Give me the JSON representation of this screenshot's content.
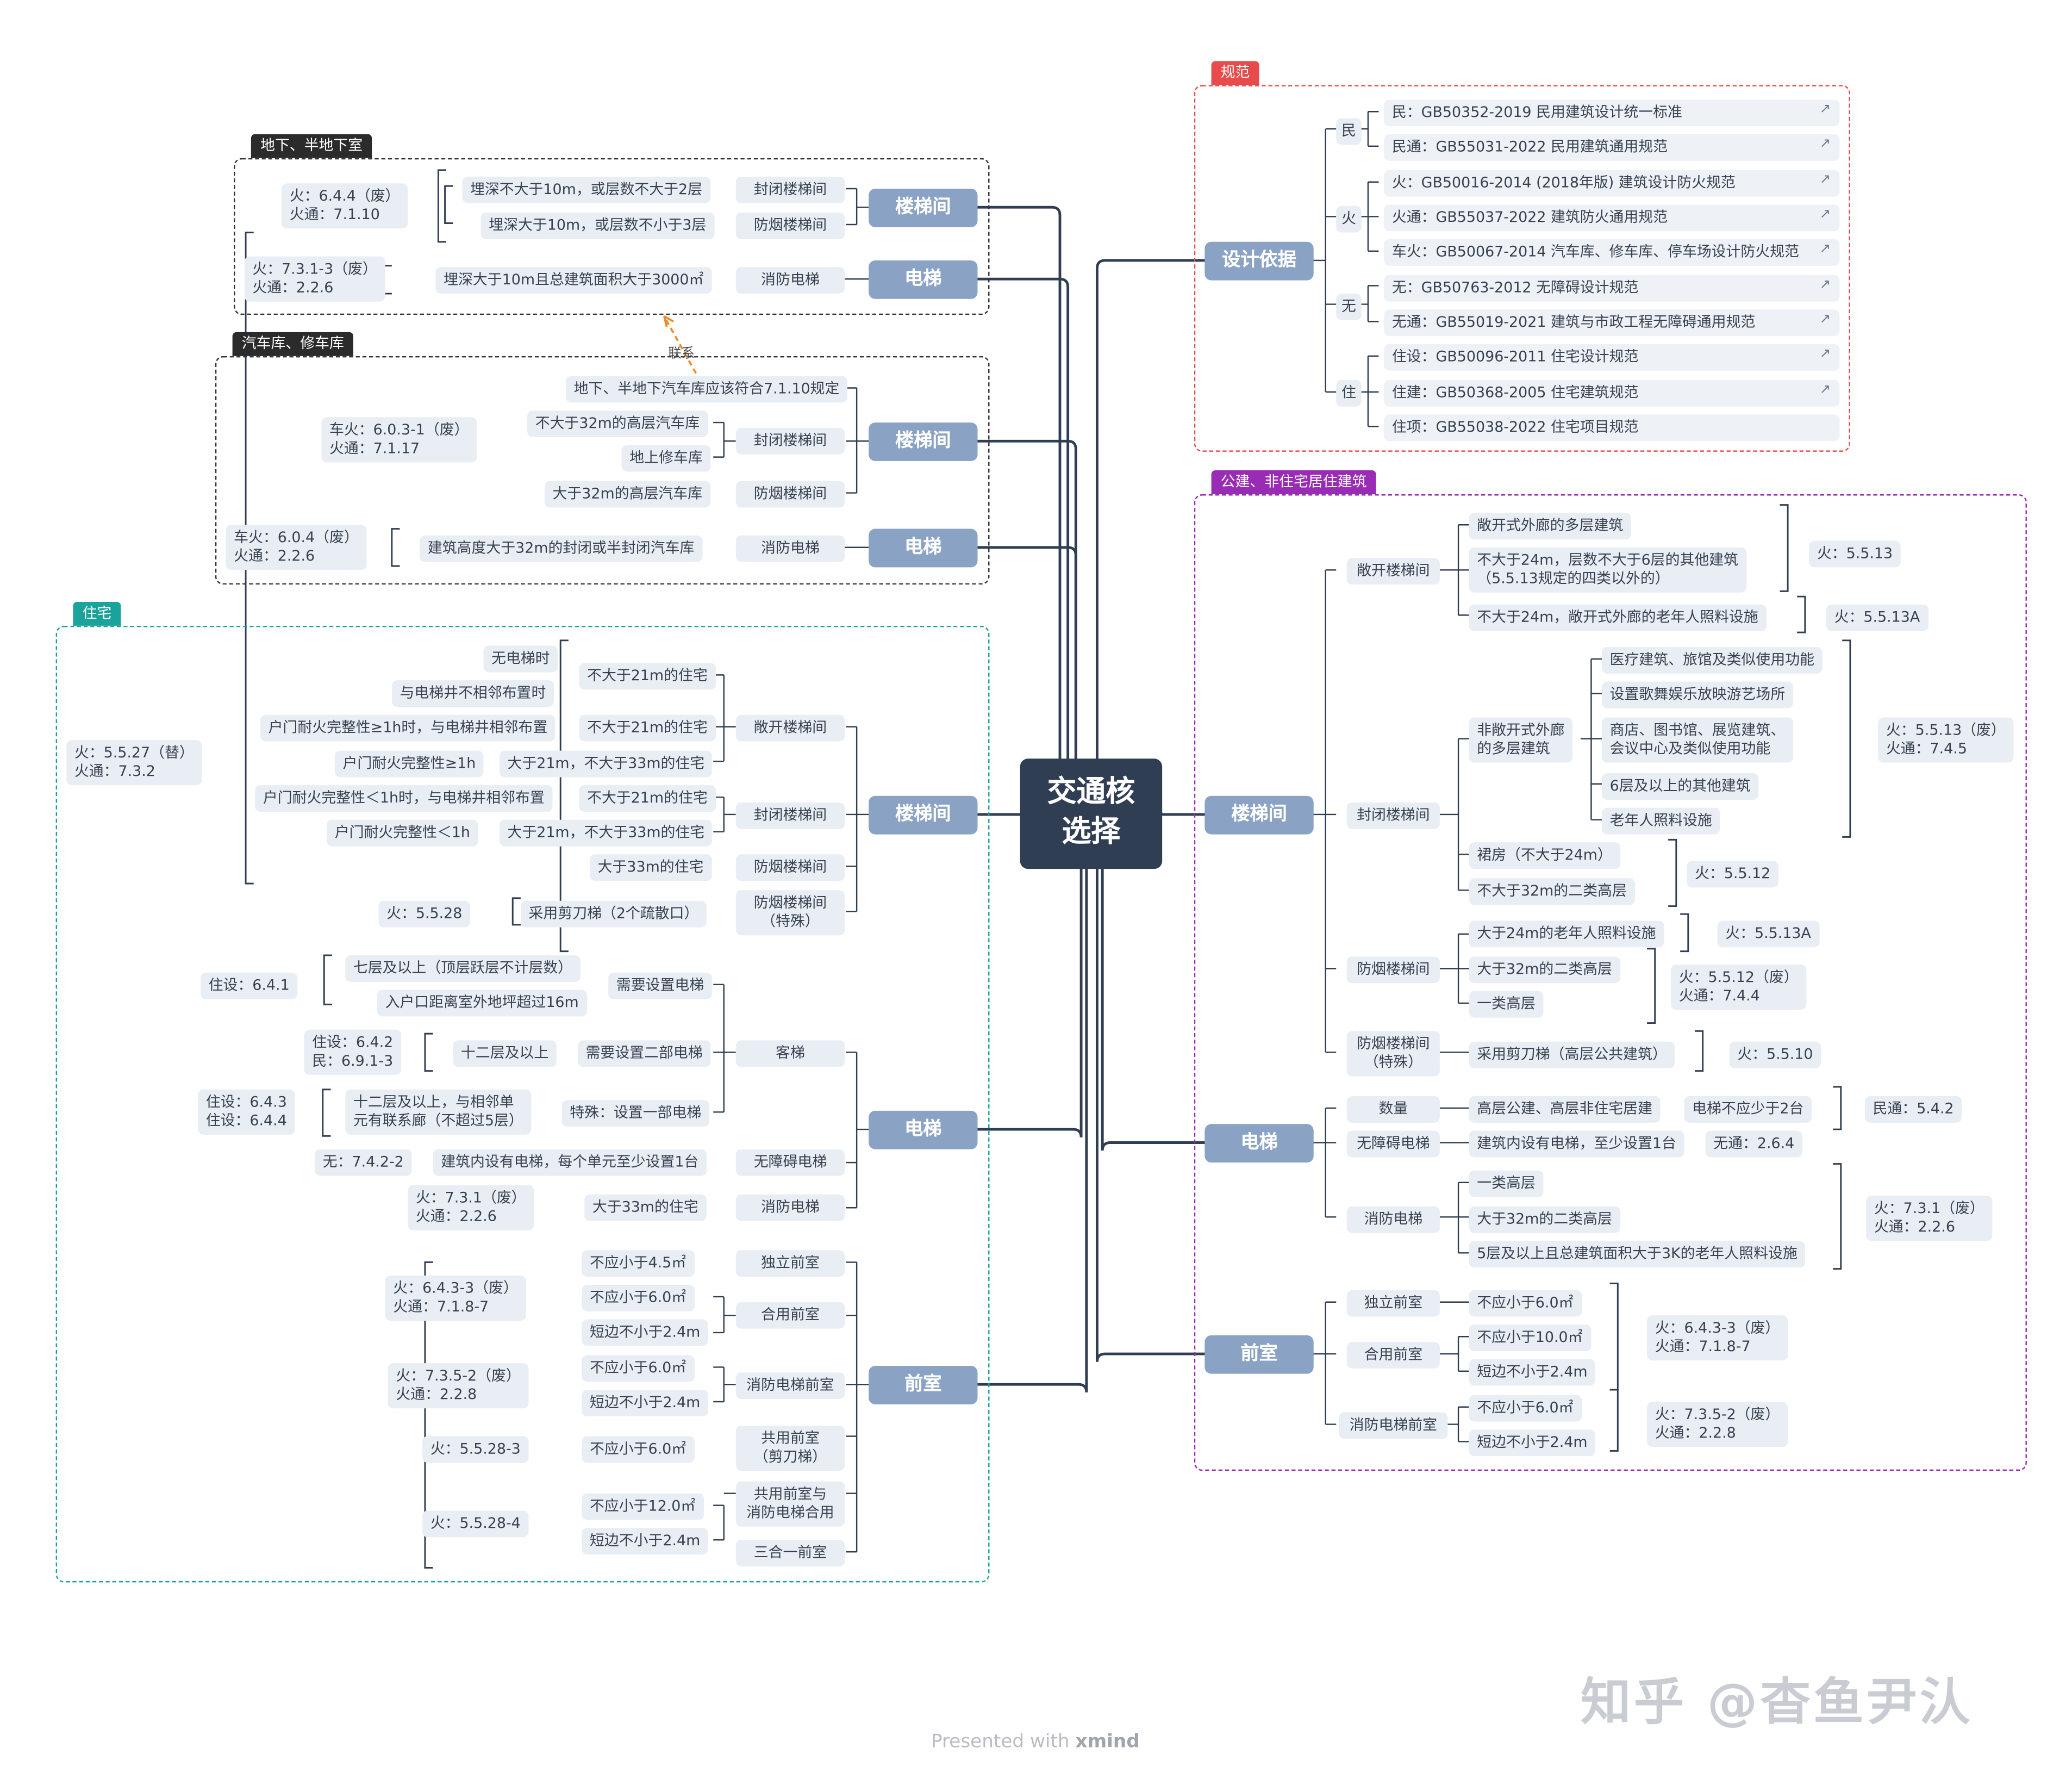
{
  "center": "交通核\n选择",
  "groups": {
    "dxs": "地下、半地下室",
    "qck": "汽车库、修车库",
    "zz": "住宅",
    "gf": "规范",
    "gj": "公建、非住宅居住建筑"
  },
  "link_label": "联系",
  "mains": {
    "lt_dxs": "楼梯间",
    "el_dxs": "电梯",
    "lt_qck": "楼梯间",
    "el_qck": "电梯",
    "lt_zz": "楼梯间",
    "el_zz": "电梯",
    "qs_zz": "前室",
    "sjyj": "设计依据",
    "lt_gj": "楼梯间",
    "el_gj": "电梯",
    "qs_gj": "前室"
  },
  "dxs": {
    "n1": "埋深不大于10m，或层数不大于2层",
    "n2": "埋深大于10m，或层数不小于3层",
    "t1": "封闭楼梯间",
    "t2": "防烟楼梯间",
    "ref1": "火：6.4.4（废）\n火通：7.1.10",
    "e1": "埋深大于10m且总建筑面积大于3000㎡",
    "et": "消防电梯",
    "ref2": "火：7.3.1-3（废）\n火通：2.2.6"
  },
  "qck": {
    "c1": "地下、半地下汽车库应该符合7.1.10规定",
    "c2": "不大于32m的高层汽车库",
    "c3": "地上修车库",
    "c4": "大于32m的高层汽车库",
    "t1": "封闭楼梯间",
    "t2": "防烟楼梯间",
    "ref1": "车火：6.0.3-1（废）\n火通：7.1.17",
    "e1": "建筑高度大于32m的封闭或半封闭汽车库",
    "et": "消防电梯",
    "ref2": "车火：6.0.4（废）\n火通：2.2.6"
  },
  "zz": {
    "s1": "无电梯时",
    "s2": "与电梯井不相邻布置时",
    "s3": "户门耐火完整性≥1h时，与电梯井相邻布置",
    "s4": "户门耐火完整性≥1h",
    "s5": "户门耐火完整性＜1h时，与电梯井相邻布置",
    "s6": "户门耐火完整性＜1h",
    "h1": "不大于21m的住宅",
    "h2": "不大于21m的住宅",
    "h3": "大于21m，不大于33m的住宅",
    "h4": "不大于21m的住宅",
    "h5": "大于21m，不大于33m的住宅",
    "h6": "大于33m的住宅",
    "t1": "敞开楼梯间",
    "t2": "封闭楼梯间",
    "t3": "防烟楼梯间",
    "t4": "防烟楼梯间\n（特殊）",
    "sc": "采用剪刀梯（2个疏散口）",
    "ref1": "火：5.5.27（替）\n火通：7.3.2",
    "ref2": "火：5.5.28",
    "k1": "七层及以上（顶层跃层不计层数）",
    "k2": "入户口距离室外地坪超过16m",
    "k3": "需要设置电梯",
    "k4": "十二层及以上",
    "k5": "需要设置二部电梯",
    "k6": "十二层及以上，与相邻单\n元有联系廊（不超过5层）",
    "k7": "特殊：设置一部电梯",
    "kt": "客梯",
    "kr1": "住设：6.4.1",
    "kr2": "住设：6.4.2\n民：6.9.1-3",
    "kr3": "住设：6.4.3\n住设：6.4.4",
    "w1": "建筑内设有电梯，每个单元至少设置1台",
    "wt": "无障碍电梯",
    "wr": "无：7.4.2-2",
    "x1": "大于33m的住宅",
    "xt": "消防电梯",
    "xr": "火：7.3.1（废）\n火通：2.2.6",
    "q1": "不应小于4.5㎡",
    "q2": "不应小于6.0㎡",
    "q3": "短边不小于2.4m",
    "q4": "不应小于6.0㎡",
    "q5": "短边不小于2.4m",
    "q6": "不应小于6.0㎡",
    "q7": "不应小于12.0㎡",
    "q8": "短边不小于2.4m",
    "qt1": "独立前室",
    "qt2": "合用前室",
    "qt3": "消防电梯前室",
    "qt4": "共用前室\n（剪刀梯）",
    "qt5": "共用前室与\n消防电梯合用",
    "qt6": "三合一前室",
    "qr1": "火：6.4.3-3（废）\n火通：7.1.8-7",
    "qr2": "火：7.3.5-2（废）\n火通：2.2.8",
    "qr3": "火：5.5.28-3",
    "qr4": "火：5.5.28-4"
  },
  "gf": {
    "cat": [
      "民",
      "火",
      "无",
      "住"
    ],
    "refs": [
      "民：GB50352-2019 民用建筑设计统一标准",
      "民通：GB55031-2022 民用建筑通用规范",
      "火：GB50016-2014 (2018年版) 建筑设计防火规范",
      "火通：GB55037-2022 建筑防火通用规范",
      "车火：GB50067-2014 汽车库、修车库、停车场设计防火规范",
      "无：GB50763-2012 无障碍设计规范",
      "无通：GB55019-2021 建筑与市政工程无障碍通用规范",
      "住设：GB50096-2011 住宅设计规范",
      "住建：GB50368-2005 住宅建筑规范",
      "住项：GB55038-2022 住宅项目规范"
    ],
    "link_icon": "↗"
  },
  "gj": {
    "t_ck": "敞开楼梯间",
    "t_fb": "封闭楼梯间",
    "t_fy": "防烟楼梯间",
    "t_fyt": "防烟楼梯间\n（特殊）",
    "a1": "敞开式外廊的多层建筑",
    "a2": "不大于24m，层数不大于6层的其他建筑\n（5.5.13规定的四类以外的）",
    "a3": "不大于24m，敞开式外廊的老年人照料设施",
    "ar1": "火：5.5.13",
    "ar2": "火：5.5.13A",
    "b0": "非敞开式外廊\n的多层建筑",
    "b1": "医疗建筑、旅馆及类似使用功能",
    "b2": "设置歌舞娱乐放映游艺场所",
    "b3": "商店、图书馆、展览建筑、\n会议中心及类似使用功能",
    "b4": "6层及以上的其他建筑",
    "b5": "老年人照料设施",
    "br1": "火：5.5.13（废）\n火通：7.4.5",
    "b6": "裙房（不大于24m）",
    "b7": "不大于32m的二类高层",
    "br2": "火：5.5.12",
    "c1": "大于24m的老年人照料设施",
    "c2": "大于32m的二类高层",
    "c3": "一类高层",
    "cr1": "火：5.5.13A",
    "cr2": "火：5.5.12（废）\n火通：7.4.4",
    "d1": "采用剪刀梯（高层公共建筑）",
    "dr": "火：5.5.10",
    "e_sl": "数量",
    "e_wz": "无障碍电梯",
    "e_xf": "消防电梯",
    "e1": "高层公建、高层非住宅居建",
    "e2": "电梯不应少于2台",
    "er1": "民通：5.4.2",
    "e3": "建筑内设有电梯，至少设置1台",
    "er2": "无通：2.6.4",
    "f1": "一类高层",
    "f2": "大于32m的二类高层",
    "f3": "5层及以上且总建筑面积大于3K的老年人照料设施",
    "fr": "火：7.3.1（废）\n火通：2.2.6",
    "q_dl": "独立前室",
    "q_hy": "合用前室",
    "q_xf": "消防电梯前室",
    "q1": "不应小于6.0㎡",
    "q2": "不应小于10.0㎡",
    "q3": "短边不小于2.4m",
    "q4": "不应小于6.0㎡",
    "q5": "短边不小于2.4m",
    "qr1": "火：6.4.3-3（废）\n火通：7.1.8-7",
    "qr2": "火：7.3.5-2（废）\n火通：2.2.8"
  },
  "watermark": "知乎 @杳鱼尹汄",
  "footer": {
    "prefix": "Presented with ",
    "brand": "xmind"
  },
  "colors": {
    "line": "#2f3e52",
    "main": "#8aa2c4",
    "node": "#e9eef5",
    "dxs": "#333333",
    "qck": "#333333",
    "zz": "#1aa39a",
    "gf": "#e84b4b",
    "gj": "#9a2bb5"
  }
}
